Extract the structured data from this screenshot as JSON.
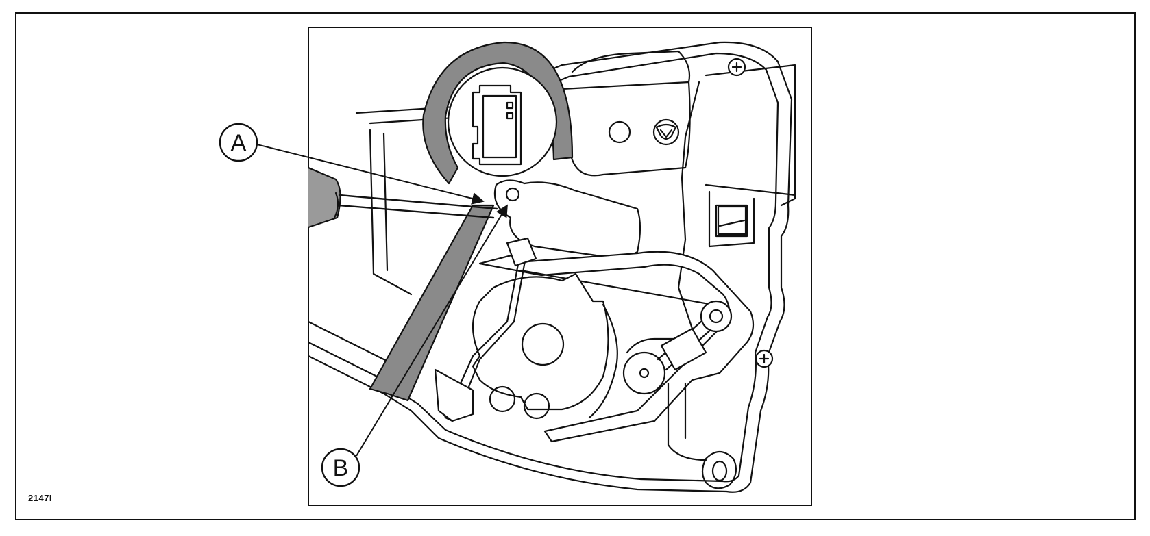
{
  "figure": {
    "id_label": "2147I"
  },
  "callouts": {
    "a": {
      "label": "A"
    },
    "b": {
      "label": "B"
    }
  },
  "colors": {
    "line": "#111111",
    "shade_gray": "#8a8a8a",
    "handle_gray": "#9a9a9a",
    "background": "#ffffff"
  },
  "icons": [
    "screw-icon",
    "screwdriver-icon",
    "connector-icon",
    "logo-icon",
    "arrow-icon"
  ]
}
